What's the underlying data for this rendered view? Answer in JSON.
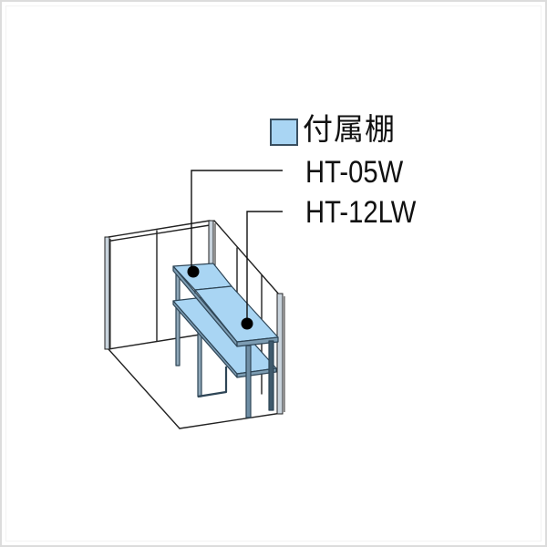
{
  "legend": {
    "swatch_color": "#a9d5f3",
    "swatch_border": "#3a4f60",
    "title": "付属棚"
  },
  "models": [
    {
      "label": "HT-05W"
    },
    {
      "label": "HT-12LW"
    }
  ],
  "colors": {
    "shelf_fill": "#a9d5f3",
    "shelf_edge": "#2e4556",
    "frame_line": "#222222",
    "post_fill": "#8fa7b8",
    "marker": "#000000"
  }
}
